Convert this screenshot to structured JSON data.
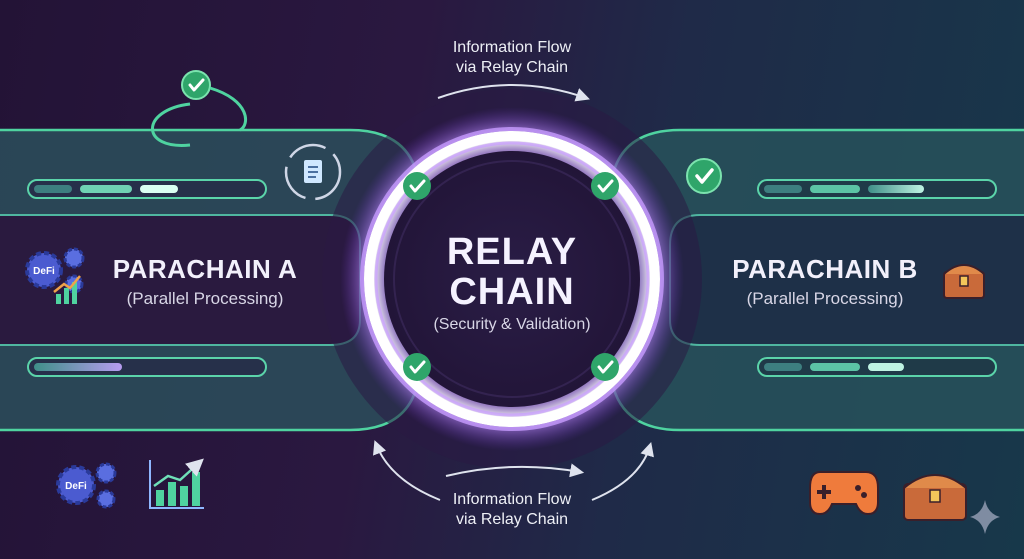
{
  "flow_top": {
    "line1": "Information Flow",
    "line2": "via Relay Chain"
  },
  "flow_bottom": {
    "line1": "Information Flow",
    "line2": "via Relay Chain"
  },
  "relay": {
    "line1": "RELAY",
    "line2": "CHAIN",
    "subtitle": "(Security & Validation)"
  },
  "parachain_a": {
    "title": "PARACHAIN A",
    "subtitle": "(Parallel Processing)"
  },
  "parachain_b": {
    "title": "PARACHAIN B",
    "subtitle": "(Parallel Processing)"
  },
  "defi_badge": "DeFi",
  "colors": {
    "teal": "#4fd3a0",
    "ring": "#a96cff",
    "band": "#2f5b63",
    "check": "#2fa56a"
  },
  "icons": [
    "check-icon",
    "document-sync-icon",
    "gears-defi-icon",
    "growth-chart-icon",
    "treasure-chest-icon",
    "gamepad-icon",
    "sparkle-icon"
  ]
}
